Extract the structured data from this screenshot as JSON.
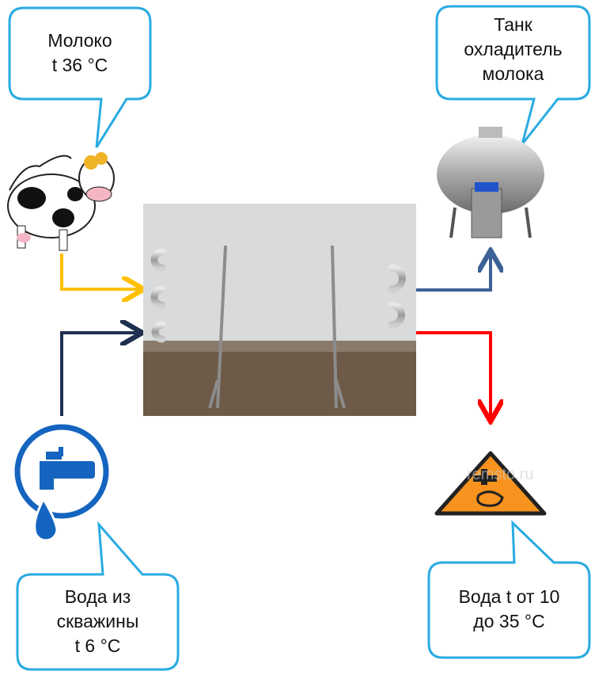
{
  "bubbles": {
    "milk": {
      "line1": "Молоко",
      "line2": "t 36 °C"
    },
    "tank": {
      "line1": "Танк",
      "line2": "охладитель",
      "line3": "молока"
    },
    "well_water": {
      "line1": "Вода из",
      "line2": "скважины",
      "line3": "t 6 °C"
    },
    "out_water": {
      "line1": "Вода t от 10",
      "line2": "до 35 °C"
    }
  },
  "watermark": "remsto.ru",
  "colors": {
    "bubble_border": "#29abe2",
    "milk_arrow": "#ffc000",
    "water_in_arrow": "#1f3050",
    "milk_out_arrow": "#3b6196",
    "water_out_arrow": "#ff0000",
    "tap_blue": "#1565c0",
    "warning_orange": "#f7931e"
  }
}
